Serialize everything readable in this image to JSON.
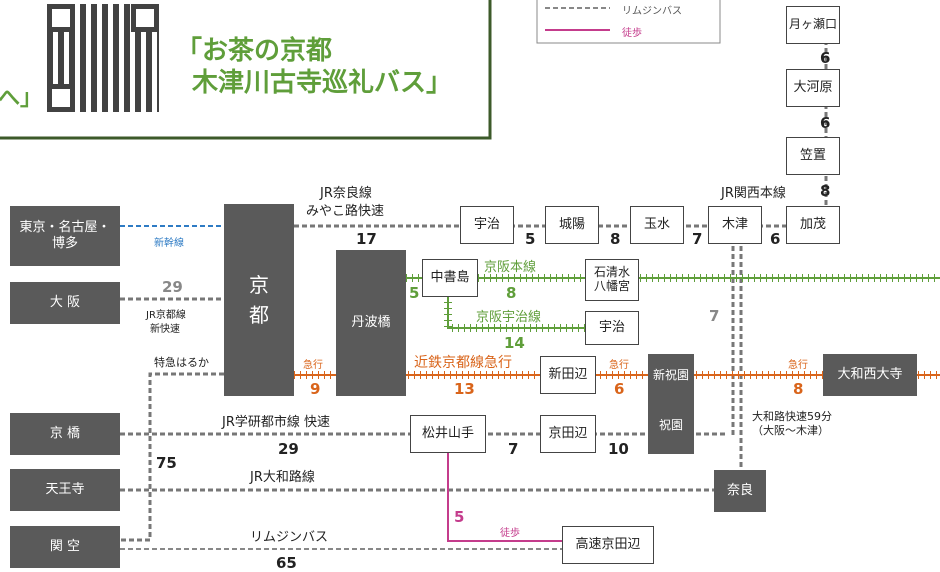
{
  "colors": {
    "green": "#5f9e3a",
    "orange": "#d9641a",
    "magenta": "#c43c8c",
    "blue": "#2e7bc4",
    "gray": "#888888",
    "dark": "#5a5a5a",
    "frame": "#3c5a2a"
  },
  "banner": {
    "left_fragment": "へ」",
    "title_line1": "「お茶の京都",
    "title_line2": "木津川古寺巡礼バス」"
  },
  "legend": {
    "limousine": "リムジンバス",
    "walk": "徒歩"
  },
  "origins": {
    "tokyo": "東京・名古屋・\n博多",
    "osaka": "大 阪",
    "kyobashi": "京 橋",
    "tennoji": "天王寺",
    "kanku": "関 空"
  },
  "hubs": {
    "kyoto": "京\n都",
    "tambabashi": "丹波橋",
    "shinhosono": "新祝園",
    "hosono": "祝園",
    "yamatosaidaiji": "大和西大寺",
    "nara": "奈良"
  },
  "stations": {
    "uji_jr": "宇治",
    "joyo": "城陽",
    "tamamizu": "玉水",
    "kizu": "木津",
    "kamo": "加茂",
    "kasagi": "笠置",
    "okawara": "大河原",
    "tsukigase": "月ヶ瀬口",
    "chushojima": "中書島",
    "iwashimizu": "石清水\n八幡宮",
    "uji_keihan": "宇治",
    "shintanabe": "新田辺",
    "matsuiyamate": "松井山手",
    "kyotanabe": "京田辺",
    "kosoku_kyotanabe": "高速京田辺"
  },
  "lines": {
    "jr_nara_1": "JR奈良線",
    "jr_nara_2": "みやこ路快速",
    "jr_kansai": "JR関西本線",
    "shinkansen": "新幹線",
    "jr_kyoto_1": "JR京都線",
    "jr_kyoto_2": "新快速",
    "haruka": "特急はるか",
    "keihan_main": "京阪本線",
    "keihan_uji": "京阪宇治線",
    "kintetsu": "近鉄京都線急行",
    "express": "急行",
    "gakkentoshi": "JR学研都市線 快速",
    "yamatoji": "JR大和路線",
    "yamatoji_rapid": "大和路快速59分\n（大阪～木津）",
    "limousine": "リムジンバス",
    "walk": "徒歩"
  },
  "times": {
    "jr_nara_17": "17",
    "uji_joyo": "5",
    "joyo_tamamizu": "8",
    "tamamizu_kizu": "7",
    "kizu_kamo": "6",
    "kamo_kasagi": "8",
    "kasagi_okawara": "6",
    "okawara_tsukigase": "6",
    "kyoto_line": "29",
    "tamba_chusho": "5",
    "chusho_iwashimizu": "8",
    "keihan_uji": "14",
    "kintetsu_tamba": "9",
    "kintetsu_tanabe": "13",
    "tanabe_shinhosono": "6",
    "shinhosono_saidaiji": "8",
    "gakken_matsui": "29",
    "matsui_kyotanabe": "7",
    "kyotanabe_hosono": "10",
    "haruka_time": "75",
    "walk_time": "5",
    "kizu_vertical": "7",
    "limousine_time": "65"
  }
}
